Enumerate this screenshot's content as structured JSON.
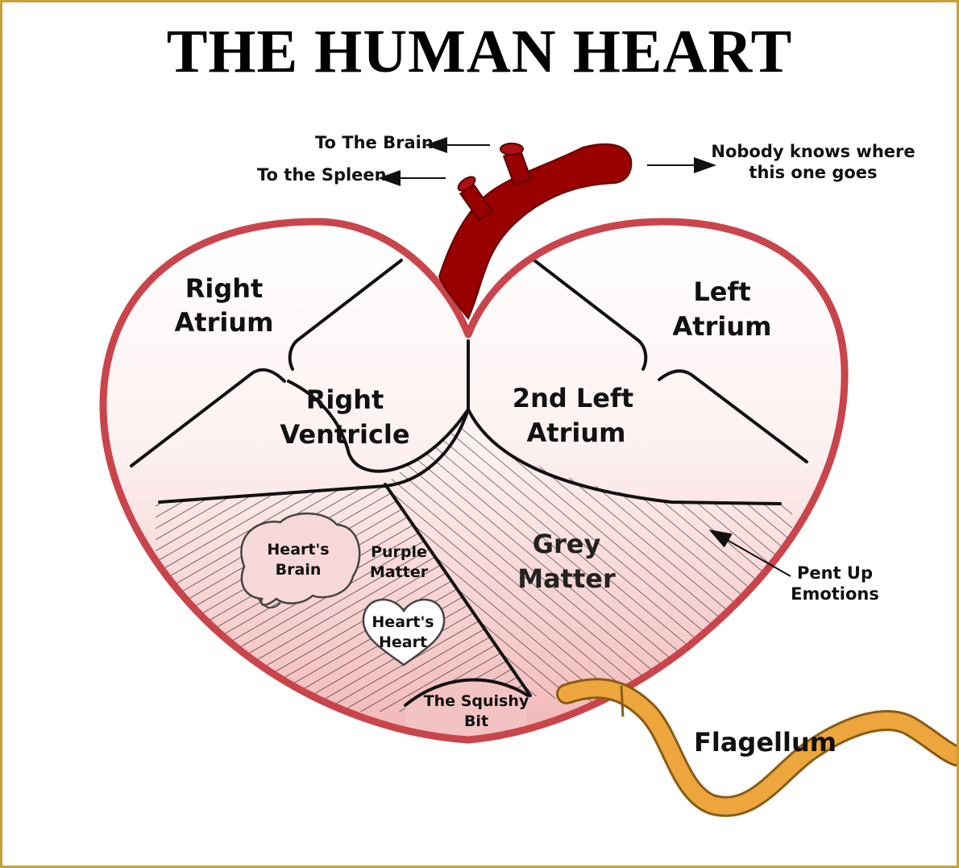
{
  "title": "THE HUMAN HEART",
  "colors": {
    "heart_outline": "#c9454b",
    "artery": "#990000",
    "flagellum": "#eda63e",
    "frame": "#c8a03a"
  },
  "arrow_labels": {
    "to_brain": "To The Brain",
    "to_spleen": "To the Spleen",
    "nobody_line1": "Nobody knows where",
    "nobody_line2": "this one goes",
    "pent_up_line1": "Pent Up",
    "pent_up_line2": "Emotions"
  },
  "regions": {
    "right_atrium": [
      "Right",
      "Atrium"
    ],
    "left_atrium": [
      "Left",
      "Atrium"
    ],
    "right_ventricle": [
      "Right",
      "Ventricle"
    ],
    "second_left_atrium": [
      "2nd Left",
      "Atrium"
    ],
    "grey_matter": [
      "Grey",
      "Matter"
    ],
    "purple_matter": [
      "Purple",
      "Matter"
    ],
    "hearts_brain": [
      "Heart's",
      "Brain"
    ],
    "hearts_heart": [
      "Heart's",
      "Heart"
    ],
    "squishy_bit": [
      "The Squishy",
      "Bit"
    ]
  },
  "flagellum_label": "Flagellum"
}
